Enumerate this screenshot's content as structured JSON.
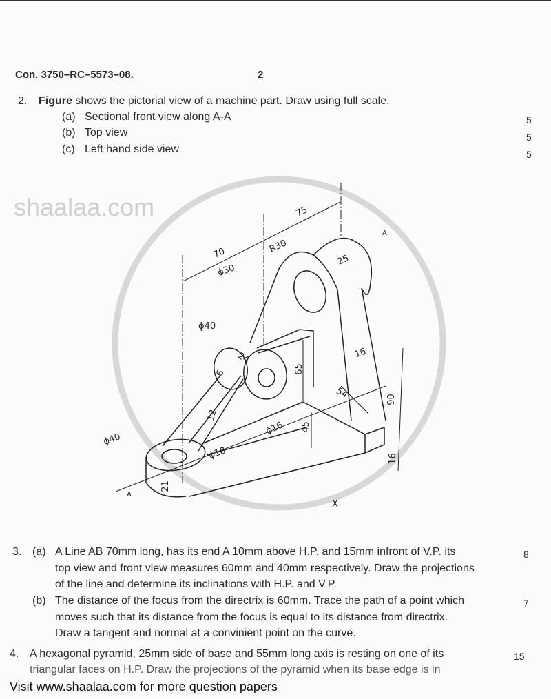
{
  "header": {
    "code": "Con. 3750–RC–5573–08.",
    "page": "2"
  },
  "q2": {
    "num": "2.",
    "bold": "Figure",
    "text": "shows the pictorial view of a machine part. Draw using full scale.",
    "items": [
      {
        "label": "(a)",
        "text": "Sectional front view along A-A",
        "marks": "5"
      },
      {
        "label": "(b)",
        "text": "Top view",
        "marks": "5"
      },
      {
        "label": "(c)",
        "text": "Left hand side view",
        "marks": "5"
      }
    ]
  },
  "figure": {
    "dims": [
      "75",
      "70",
      "R30",
      "ϕ30",
      "25",
      "ϕ40",
      "24",
      "16",
      "6",
      "65",
      "54",
      "90",
      "12",
      "ϕ16",
      "45",
      "ϕ40",
      "ϕ18",
      "21",
      "16",
      "A",
      "A",
      "X"
    ],
    "watermark": "shaalaa.com"
  },
  "q3": {
    "num": "3.",
    "a": {
      "label": "(a)",
      "lines": [
        "A Line AB 70mm long, has its end A 10mm above H.P. and 15mm infront of V.P. its",
        "top view and front view measures 60mm and 40mm respectively. Draw the projections",
        "of the line and determine its inclinations with H.P. and V.P."
      ],
      "marks": "8"
    },
    "b": {
      "label": "(b)",
      "lines": [
        "The distance of the focus from the directrix is 60mm. Trace the path of a point which",
        "moves such that its distance from the focus is equal to its distance from directrix.",
        "Draw a tangent and normal at a convinient point on the curve."
      ],
      "marks": "7"
    }
  },
  "q4": {
    "num": "4.",
    "lines": [
      "A hexagonal pyramid, 25mm side of base and 55mm long axis is resting on one of its",
      "triangular faces on H.P. Draw the projections of the pyramid when its base edge is in"
    ],
    "marks": "15"
  },
  "footer": {
    "text": "Visit www.shaalaa.com for more question papers"
  }
}
